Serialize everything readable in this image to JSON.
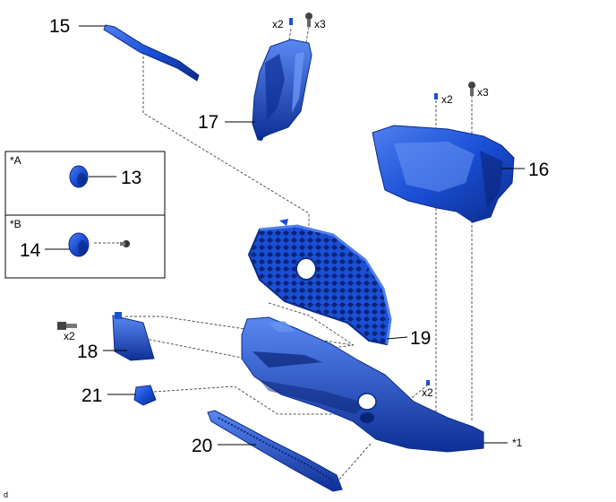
{
  "diagram": {
    "corner_mark": "d",
    "parts": [
      {
        "id": "13",
        "label": "13"
      },
      {
        "id": "14",
        "label": "14"
      },
      {
        "id": "15",
        "label": "15"
      },
      {
        "id": "16",
        "label": "16"
      },
      {
        "id": "17",
        "label": "17"
      },
      {
        "id": "18",
        "label": "18"
      },
      {
        "id": "19",
        "label": "19"
      },
      {
        "id": "20",
        "label": "20"
      },
      {
        "id": "21",
        "label": "21"
      }
    ],
    "quantities": {
      "clip_17": "x2",
      "screw_17": "x3",
      "clip_16": "x2",
      "screw_16": "x3",
      "bolt_18": "x2",
      "clip_bumper": "x2"
    },
    "notes": {
      "variant_a": "*A",
      "variant_b": "*B",
      "bumper_note": "*1"
    },
    "colors": {
      "part_fill": "#1a4fd6",
      "part_dark": "#0b2a8a",
      "part_light": "#4f7ff0"
    }
  }
}
